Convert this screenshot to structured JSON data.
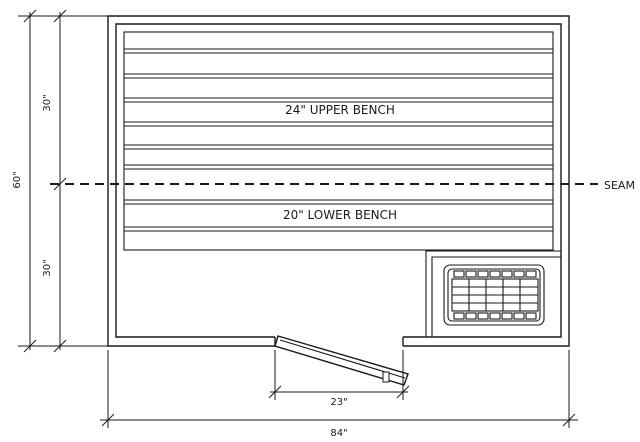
{
  "labels": {
    "upper_bench": "24\" UPPER BENCH",
    "lower_bench": "20\" LOWER BENCH",
    "seam": "SEAM",
    "door_width": "23\"",
    "overall_width": "84\"",
    "overall_height": "60\"",
    "upper_half": "30\"",
    "lower_half": "30\""
  },
  "colors": {
    "line": "#1a1a1a",
    "background": "#ffffff"
  }
}
